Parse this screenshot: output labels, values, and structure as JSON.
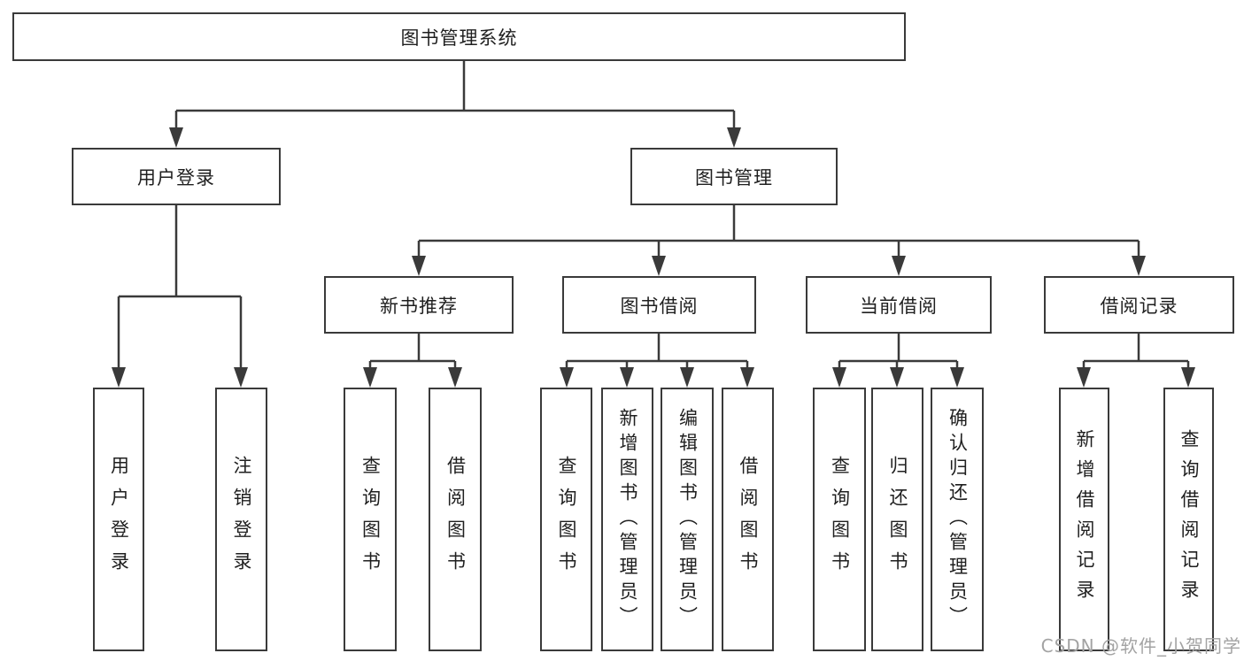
{
  "title": "图书管理系统",
  "tree": {
    "root": {
      "label": "图书管理系统"
    },
    "branches": [
      {
        "label": "用户登录",
        "children": [
          {
            "label": "用户登录"
          },
          {
            "label": "注销登录"
          }
        ]
      },
      {
        "label": "图书管理",
        "children": [
          {
            "label": "新书推荐",
            "children": [
              {
                "label": "查询图书"
              },
              {
                "label": "借阅图书"
              }
            ]
          },
          {
            "label": "图书借阅",
            "children": [
              {
                "label": "查询图书"
              },
              {
                "label": "新增图书（管理员）"
              },
              {
                "label": "编辑图书（管理员）"
              },
              {
                "label": "借阅图书"
              }
            ]
          },
          {
            "label": "当前借阅",
            "children": [
              {
                "label": "查询图书"
              },
              {
                "label": "归还图书"
              },
              {
                "label": "确认归还（管理员）"
              }
            ]
          },
          {
            "label": "借阅记录",
            "children": [
              {
                "label": "新增借阅记录"
              },
              {
                "label": "查询借阅记录"
              }
            ]
          }
        ]
      }
    ]
  },
  "watermark": {
    "text": "CSDN @软件_小贺同学"
  },
  "colors": {
    "line": "#3a3a3a",
    "text": "#1f1f1f",
    "watermark_gray": "#a3a3a3",
    "background": "#ffffff"
  }
}
